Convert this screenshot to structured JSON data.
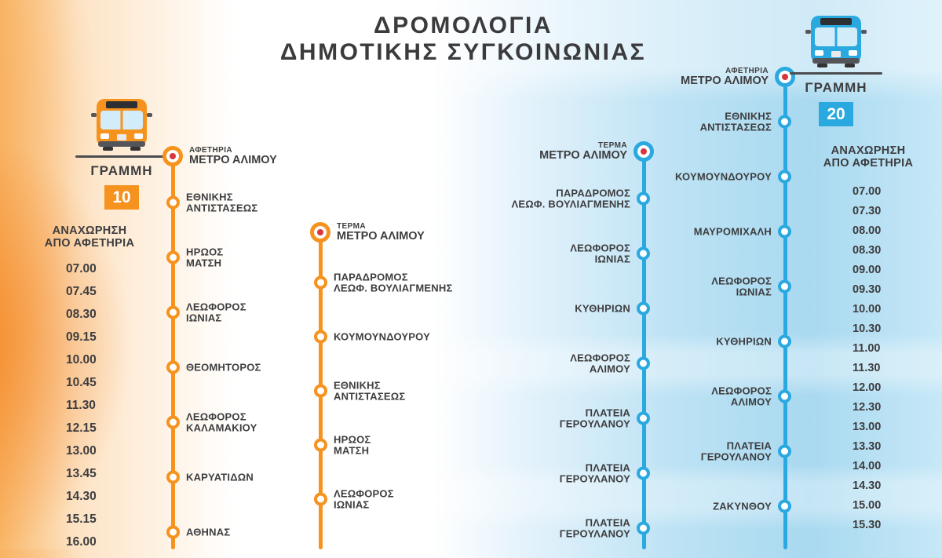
{
  "title": {
    "line1": "ΔΡΟΜΟΛΟΓΙΑ",
    "line2": "ΔΗΜΟΤΙΚΗΣ ΣΥΓΚΟΙΝΩΝΙΑΣ"
  },
  "colors": {
    "line10": "#F6921E",
    "line20": "#2AA9E0",
    "text": "#3D3D3F",
    "terminus_dot": "#D7373C"
  },
  "icons": {
    "line10_bus": "bus-front-icon",
    "line20_bus": "bus-front-icon",
    "terminus": "target-stop-icon",
    "stop": "ring-stop-icon"
  },
  "line10": {
    "label": "ΓΡΑΜΜΗ",
    "number": "10",
    "departures_header": "ΑΝΑΧΩΡΗΣΗ\nΑΠΟ ΑΦΕΤΗΡΙΑ",
    "departures": [
      "07.00",
      "07.45",
      "08.30",
      "09.15",
      "10.00",
      "10.45",
      "11.30",
      "12.15",
      "13.00",
      "13.45",
      "14.30",
      "15.15",
      "16.00"
    ],
    "outbound": {
      "tag": "ΑΦΕΤΗΡΙΑ",
      "terminus": "ΜΕΤΡΟ ΑΛΙΜΟΥ",
      "stops": [
        "ΕΘΝΙΚΗΣ\nΑΝΤΙΣΤΑΣΕΩΣ",
        "ΗΡΩΟΣ\nΜΑΤΣΗ",
        "ΛΕΩΦΟΡΟΣ\nΙΩΝΙΑΣ",
        "ΘΕΟΜΗΤΟΡΟΣ",
        "ΛΕΩΦΟΡΟΣ\nΚΑΛΑΜΑΚΙΟΥ",
        "ΚΑΡΥΑΤΙΔΩΝ",
        "ΑΘΗΝΑΣ"
      ]
    },
    "inbound": {
      "tag": "ΤΕΡΜΑ",
      "terminus": "ΜΕΤΡΟ ΑΛΙΜΟΥ",
      "stops": [
        "ΠΑΡΑΔΡΟΜΟΣ\nΛΕΩΦ. ΒΟΥΛΙΑΓΜΕΝΗΣ",
        "ΚΟΥΜΟΥΝΔΟΥΡΟΥ",
        "ΕΘΝΙΚΗΣ\nΑΝΤΙΣΤΑΣΕΩΣ",
        "ΗΡΩΟΣ\nΜΑΤΣΗ",
        "ΛΕΩΦΟΡΟΣ\nΙΩΝΙΑΣ"
      ]
    }
  },
  "line20": {
    "label": "ΓΡΑΜΜΗ",
    "number": "20",
    "departures_header": "ΑΝΑΧΩΡΗΣΗ\nΑΠΟ ΑΦΕΤΗΡΙΑ",
    "departures": [
      "07.00",
      "07.30",
      "08.00",
      "08.30",
      "09.00",
      "09.30",
      "10.00",
      "10.30",
      "11.00",
      "11.30",
      "12.00",
      "12.30",
      "13.00",
      "13.30",
      "14.00",
      "14.30",
      "15.00",
      "15.30"
    ],
    "inbound": {
      "tag": "ΤΕΡΜΑ",
      "terminus": "ΜΕΤΡΟ ΑΛΙΜΟΥ",
      "stops": [
        "ΠΑΡΑΔΡΟΜΟΣ\nΛΕΩΦ. ΒΟΥΛΙΑΓΜΕΝΗΣ",
        "ΛΕΩΦΟΡΟΣ\nΙΩΝΙΑΣ",
        "ΚΥΘΗΡΙΩΝ",
        "ΛΕΩΦΟΡΟΣ\nΑΛΙΜΟΥ",
        "ΠΛΑΤΕΙΑ\nΓΕΡΟΥΛΑΝΟΥ",
        "ΠΛΑΤΕΙΑ\nΓΕΡΟΥΛΑΝΟΥ",
        "ΠΛΑΤΕΙΑ\nΓΕΡΟΥΛΑΝΟΥ"
      ]
    },
    "outbound": {
      "tag": "ΑΦΕΤΗΡΙΑ",
      "terminus": "ΜΕΤΡΟ ΑΛΙΜΟΥ",
      "stops": [
        "ΕΘΝΙΚΗΣ\nΑΝΤΙΣΤΑΣΕΩΣ",
        "ΚΟΥΜΟΥΝΔΟΥΡΟΥ",
        "ΜΑΥΡΟΜΙΧΑΛΗ",
        "ΛΕΩΦΟΡΟΣ\nΙΩΝΙΑΣ",
        "ΚΥΘΗΡΙΩΝ",
        "ΛΕΩΦΟΡΟΣ\nΑΛΙΜΟΥ",
        "ΠΛΑΤΕΙΑ\nΓΕΡΟΥΛΑΝΟΥ",
        "ΖΑΚΥΝΘΟΥ"
      ]
    }
  }
}
